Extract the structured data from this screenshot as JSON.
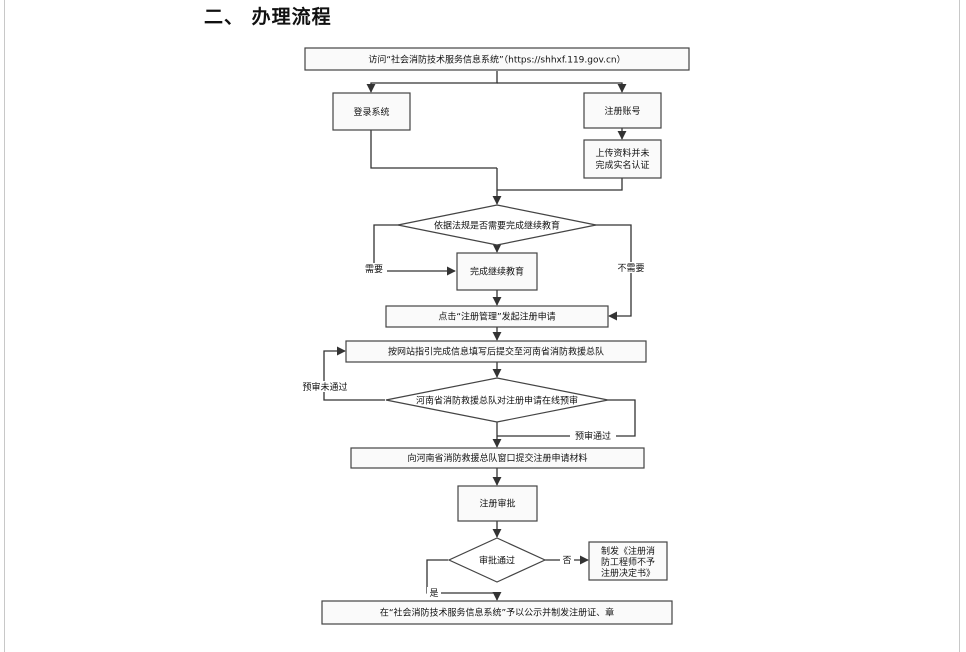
{
  "heading": "二、 办理流程",
  "nodes": {
    "visit": "访问“社会消防技术服务信息系统”（https://shhxf.119.gov.cn）",
    "login": "登录系统",
    "register": "注册账号",
    "upload_line1": "上传资料并未",
    "upload_line2": "完成实名认证",
    "decision_edu": "依据法规是否需要完成继续教育",
    "complete_edu": "完成继续教育",
    "click_register": "点击“注册管理”发起注册申请",
    "fill_info": "按网站指引完成信息填写后提交至河南省消防救援总队",
    "pre_review": "河南省消防救援总队对注册申请在线预审",
    "submit_materials": "向河南省消防救援总队窗口提交注册申请材料",
    "review": "注册审批",
    "approved_q": "审批通过",
    "reject_line1": "制发《注册消",
    "reject_line2": "防工程师不予",
    "reject_line3": "注册决定书》",
    "publish": "在“社会消防技术服务信息系统”予以公示并制发注册证、章"
  },
  "edge_labels": {
    "need": "需要",
    "not_need": "不需要",
    "pre_fail": "预审未通过",
    "pre_pass": "预审通过",
    "no": "否",
    "yes": "是"
  }
}
